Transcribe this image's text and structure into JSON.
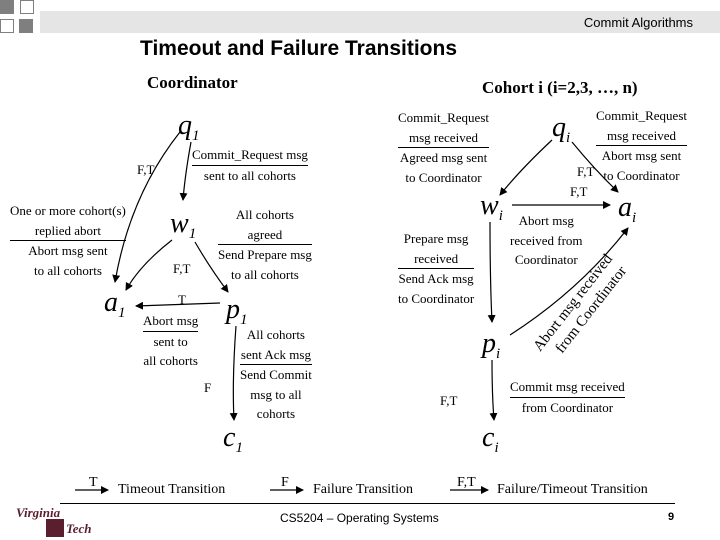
{
  "header": {
    "section": "Commit Algorithms",
    "title": "Timeout and Failure Transitions",
    "coordinator_heading": "Coordinator",
    "cohort_heading": "Cohort i (i=2,3, …, n)"
  },
  "colors": {
    "accent_bar": "#e5e5e5",
    "corner_squares": "#7f7f7f",
    "text": "#000000"
  },
  "states": {
    "q1": {
      "letter": "q",
      "sub": "1"
    },
    "w1": {
      "letter": "w",
      "sub": "1"
    },
    "a1": {
      "letter": "a",
      "sub": "1"
    },
    "p1": {
      "letter": "p",
      "sub": "1"
    },
    "c1": {
      "letter": "c",
      "sub": "1"
    },
    "qi": {
      "letter": "q",
      "sub": "i"
    },
    "wi": {
      "letter": "w",
      "sub": "i"
    },
    "ai": {
      "letter": "a",
      "sub": "i"
    },
    "pi": {
      "letter": "p",
      "sub": "i"
    },
    "ci": {
      "letter": "c",
      "sub": "i"
    }
  },
  "coordinator": {
    "q1_w1": {
      "event": "Commit_Request msg",
      "action": "sent to all cohorts"
    },
    "q1_a1_tag": "F,T",
    "w1_a1": {
      "event1": "One or more cohort(s)",
      "event2": "replied abort",
      "action1": "Abort msg sent",
      "action2": "to all cohorts"
    },
    "w1_a1_tag": "F,T",
    "w1_p1": {
      "event1": "All cohorts",
      "event2": "agreed",
      "action1": "Send Prepare msg",
      "action2": "to all cohorts"
    },
    "p1_a1_tag": "T",
    "p1_a1": {
      "event": "Abort msg",
      "action1": "sent to",
      "action2": "all cohorts"
    },
    "p1_c1_tag": "F",
    "p1_c1": {
      "event1": "All cohorts",
      "event2": "sent Ack msg",
      "action1": "Send Commit",
      "action2": "msg to all",
      "action3": "cohorts"
    }
  },
  "cohort": {
    "qi_wi": {
      "event1": "Commit_Request",
      "event2": "msg received",
      "action1": "Agreed msg sent",
      "action2": "to Coordinator"
    },
    "qi_ai": {
      "event1": "Commit_Request",
      "event2": "msg received",
      "action1": "Abort msg sent",
      "action2": "to Coordinator"
    },
    "qi_ai_tag": "F,T",
    "wi_ai_tag": "F,T",
    "wi_ai": {
      "event1": "Abort msg",
      "event2": "received from",
      "event3": "Coordinator"
    },
    "wi_pi": {
      "event1": "Prepare msg",
      "event2": "received",
      "action1": "Send Ack msg",
      "action2": "to Coordinator"
    },
    "pi_ai": {
      "line1": "Abort msg received",
      "line2": "from Coordinator"
    },
    "pi_ci_tag": "F,T",
    "pi_ci": {
      "event": "Commit msg received",
      "action": "from Coordinator"
    }
  },
  "legend": [
    {
      "tag": "T",
      "text": "Timeout Transition"
    },
    {
      "tag": "F",
      "text": "Failure Transition"
    },
    {
      "tag": "F,T",
      "text": "Failure/Timeout Transition"
    }
  ],
  "footer": {
    "logo_line1": "Virginia",
    "logo_line2": "Tech",
    "course": "CS5204 – Operating Systems",
    "page": "9"
  }
}
